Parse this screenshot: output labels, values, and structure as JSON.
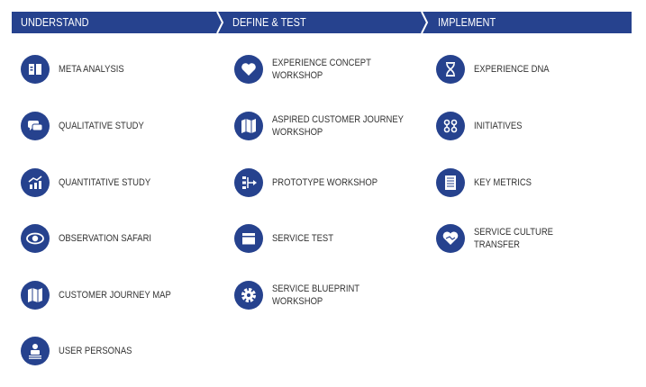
{
  "phases": [
    "UNDERSTAND",
    "DEFINE & TEST",
    "IMPLEMENT"
  ],
  "columns": [
    [
      {
        "label": "META ANALYSIS",
        "icon": "book-icon"
      },
      {
        "label": "QUALITATIVE STUDY",
        "icon": "chat-icon"
      },
      {
        "label": "QUANTITATIVE STUDY",
        "icon": "bar-chart-icon"
      },
      {
        "label": "OBSERVATION SAFARI",
        "icon": "eye-icon"
      },
      {
        "label": "CUSTOMER JOURNEY MAP",
        "icon": "map-icon"
      },
      {
        "label": "USER PERSONAS",
        "icon": "user-icon"
      }
    ],
    [
      {
        "label": "EXPERIENCE CONCEPT\nWORKSHOP",
        "icon": "heart-icon"
      },
      {
        "label": "ASPIRED CUSTOMER JOURNEY\nWORKSHOP",
        "icon": "map-icon"
      },
      {
        "label": "PROTOTYPE WORKSHOP",
        "icon": "flow-icon"
      },
      {
        "label": "SERVICE TEST",
        "icon": "clapperboard-icon"
      },
      {
        "label": "SERVICE BLUEPRINT\nWORKSHOP",
        "icon": "gear-icon"
      }
    ],
    [
      {
        "label": "EXPERIENCE DNA",
        "icon": "dna-icon"
      },
      {
        "label": "INITIATIVES",
        "icon": "nodes-icon"
      },
      {
        "label": "KEY METRICS",
        "icon": "list-icon"
      },
      {
        "label": "SERVICE CULTURE\nTRANSFER",
        "icon": "handshake-heart-icon"
      }
    ]
  ],
  "colors": {
    "brand": "#26428e"
  }
}
